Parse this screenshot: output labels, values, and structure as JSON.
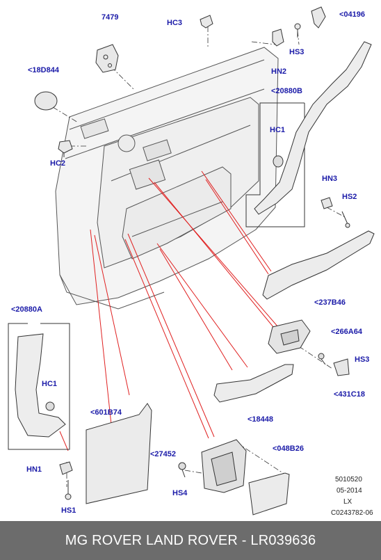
{
  "labels": {
    "p7479": "7479",
    "hc3": "HC3",
    "p04196": "<04196",
    "p18d844": "<18D844",
    "hs3_top": "HS3",
    "hn2": "HN2",
    "p20880b": "<20880B",
    "hc1_top": "HC1",
    "hc2": "HC2",
    "hn3": "HN3",
    "hs2": "HS2",
    "p237b46": "<237B46",
    "p266a64": "<266A64",
    "hs3_mid": "HS3",
    "p20880a": "<20880A",
    "hc1_bot": "HC1",
    "p431c18": "<431C18",
    "p18448": "<18448",
    "p601b74": "<601B74",
    "p27452": "<27452",
    "p048b26": "<048B26",
    "hn1": "HN1",
    "hs4": "HS4",
    "hs1": "HS1"
  },
  "meta": {
    "code1": "5010520",
    "date": "05-2014",
    "lx": "LX",
    "ref": "C0243782-06"
  },
  "footer": {
    "text": "MG ROVER LAND ROVER - LR039636"
  }
}
